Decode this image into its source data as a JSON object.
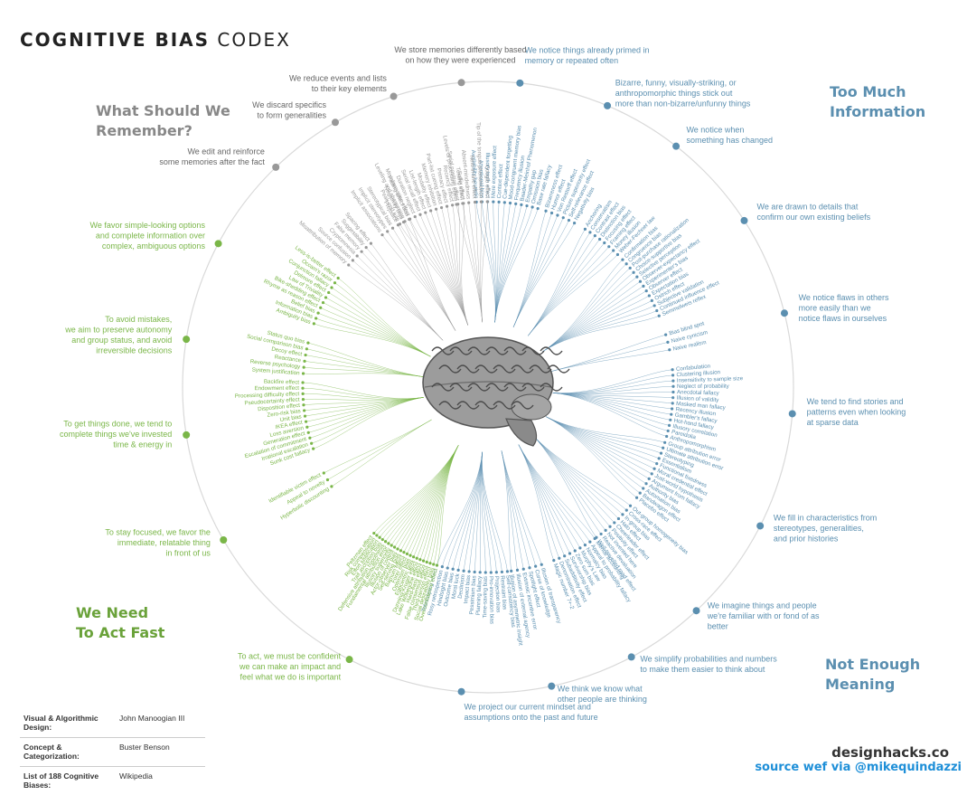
{
  "title_bold": "COGNITIVE BIAS",
  "title_light": "CODEX",
  "quadrants": {
    "remember": [
      "What Should We",
      "Remember?"
    ],
    "too_much": [
      "Too Much",
      "Information"
    ],
    "act_fast": [
      "We Need",
      "To Act Fast"
    ],
    "meaning": [
      "Not Enough",
      "Meaning"
    ]
  },
  "colors": {
    "gray": "#999999",
    "blue": "#5b8fb0",
    "green": "#7ab648",
    "text_gray": "#666666"
  },
  "categories": [
    {
      "id": "primed",
      "group": "blue",
      "angle": -84,
      "anchor": "start",
      "lines": [
        "We notice things already primed in",
        "memory or repeated often"
      ],
      "biases": [
        "Availability heuristic",
        "Attentional bias",
        "Illusory truth effect",
        "Mere exposure effect",
        "Context effect",
        "Cue-dependent forgetting",
        "Mood-congruent memory bias",
        "Frequency illusion",
        "Baader-Meinhof Phenomenon",
        "Empathy gap",
        "Omission bias",
        "Base rate fallacy"
      ]
    },
    {
      "id": "bizarre",
      "group": "blue",
      "angle": -67,
      "anchor": "start",
      "lines": [
        "Bizarre, funny, visually-striking, or",
        "anthropomorphic things stick out",
        "more than non-bizarre/unfunny things"
      ],
      "biases": [
        "Bizarreness effect",
        "Humor effect",
        "Von Restorff effect",
        "Picture superiority effect",
        "Self-relevance effect",
        "Negativity bias"
      ]
    },
    {
      "id": "change",
      "group": "blue",
      "angle": -52,
      "anchor": "start",
      "lines": [
        "We notice when",
        "something has changed"
      ],
      "biases": [
        "Anchoring",
        "Conservatism",
        "Contrast effect",
        "Distinction bias",
        "Focusing effect",
        "Framing effect",
        "Money illusion",
        "Weber-Fechner law"
      ]
    },
    {
      "id": "confirm",
      "group": "blue",
      "angle": -33,
      "anchor": "start",
      "lines": [
        "We are drawn to details that",
        "confirm our own existing beliefs"
      ],
      "biases": [
        "Confirmation bias",
        "Congruence bias",
        "Post-purchase rationalization",
        "Choice-supportive bias",
        "Selective perception",
        "Observer-expectancy effect",
        "Experimenter's bias",
        "Observer effect",
        "Expectation bias",
        "Ostrich effect",
        "Subjective validation",
        "Continued influence effect",
        "Semmelweis reflex"
      ]
    },
    {
      "id": "flaws",
      "group": "blue",
      "angle": -14,
      "anchor": "start",
      "lines": [
        "We notice flaws in others",
        "more easily than we",
        "notice flaws in ourselves"
      ],
      "biases": [
        "Bias blind spot",
        "Naive cynicism",
        "Naive realism"
      ]
    },
    {
      "id": "stories",
      "group": "blue",
      "angle": 5,
      "anchor": "start",
      "lines": [
        "We tend to find stories and",
        "patterns even when looking",
        "at sparse data"
      ],
      "biases": [
        "Confabulation",
        "Clustering illusion",
        "Insensitivity to sample size",
        "Neglect of probability",
        "Anecdotal fallacy",
        "Illusion of validity",
        "Masked man fallacy",
        "Recency illusion",
        "Gambler's fallacy",
        "Hot-hand fallacy",
        "Illusory correlation",
        "Pareidolia",
        "Anthropomorphism"
      ]
    },
    {
      "id": "stereotypes",
      "group": "blue",
      "angle": 27,
      "anchor": "start",
      "lines": [
        "We fill in characteristics from",
        "stereotypes, generalities,",
        "and prior histories"
      ],
      "biases": [
        "Group attribution error",
        "Ultimate attribution error",
        "Stereotyping",
        "Essentialism",
        "Functional fixedness",
        "Moral credential effect",
        "Just-world hypothesis",
        "Argument from fallacy",
        "Authority bias",
        "Automation bias",
        "Bandwagon effect",
        "Placebo effect"
      ]
    },
    {
      "id": "familiar",
      "group": "blue",
      "angle": 47,
      "anchor": "start",
      "lines": [
        "We imagine things and people",
        "we're familiar with or fond of as",
        "better"
      ],
      "biases": [
        "Out-group homogeneity bias",
        "Cross-race effect",
        "In-group bias",
        "Halo effect",
        "Cheerleader effect",
        "Positivity effect",
        "Not invented here",
        "Reactive devaluation",
        "Well-travelled road effect"
      ]
    },
    {
      "id": "probabilities",
      "group": "blue",
      "angle": 62,
      "anchor": "start",
      "lines": [
        "We simplify probabilities and numbers",
        "to make them easier to think about"
      ],
      "biases": [
        "Mental accounting",
        "Appeal to probability fallacy",
        "Normalcy bias",
        "Murphy's Law",
        "Zero sum bias",
        "Survivorship bias",
        "Subadditivity effect",
        "Denomination effect",
        "Magic number 7+-2"
      ]
    },
    {
      "id": "think_know",
      "group": "blue",
      "angle": 78,
      "anchor": "start",
      "lines": [
        "We think we know what",
        "other people are thinking"
      ],
      "biases": [
        "Illusion of transparency",
        "Curse of knowledge",
        "Spotlight effect",
        "Extrinsic incentive error",
        "Illusion of external agency",
        "Illusion of asymmetric insight"
      ]
    },
    {
      "id": "project",
      "group": "blue",
      "angle": 95,
      "anchor": "start",
      "lines": [
        "We project our current mindset and",
        "assumptions onto the past and future"
      ],
      "biases": [
        "Self-consistency bias",
        "Restraint bias",
        "Projection bias",
        "Pro-innovation bias",
        "Time-saving bias",
        "Planning fallacy",
        "Pessimism bias",
        "Impact bias",
        "Declinism",
        "Moral luck",
        "Outcome bias",
        "Hindsight bias",
        "Rosy retrospection",
        "Telescoping effect"
      ]
    },
    {
      "id": "confident",
      "group": "green",
      "angle": 117,
      "anchor": "end",
      "lines": [
        "To act, we must be confident",
        "we can make an impact and",
        "feel what we do is important"
      ],
      "biases": [
        "Overconfidence effect",
        "Social desirability bias",
        "Third-person effect",
        "False consensus effect",
        "Hard-easy effect",
        "Lake Wobegone effect",
        "Dunning-Kruger effect",
        "Egocentric bias",
        "Optimism bias",
        "Forer effect",
        "Barnum effect",
        "Self-serving bias",
        "Actor-observer bias",
        "Illusion of control",
        "Illusory superiority",
        "Fundamental attribution error",
        "Defensive attribution hypothesis",
        "Trait ascription bias",
        "Effort justification",
        "Risk compensation",
        "Peltzman effect"
      ]
    },
    {
      "id": "focused",
      "group": "green",
      "angle": 150,
      "anchor": "end",
      "lines": [
        "To stay focused, we favor the",
        "immediate, relatable thing",
        "in front of us"
      ],
      "biases": [
        "Hyperbolic discounting",
        "Appeal to novelty",
        "Identifiable victim effect"
      ]
    },
    {
      "id": "done",
      "group": "green",
      "angle": 171,
      "anchor": "end",
      "lines": [
        "To get things done, we tend to",
        "complete things we've invested",
        "time & energy in"
      ],
      "biases": [
        "Sunk cost fallacy",
        "Irrational escalation",
        "Escalation of commitment",
        "Generation effect",
        "Loss aversion",
        "IKEA effect",
        "Unit bias",
        "Zero-risk bias",
        "Disposition effect",
        "Pseudocertainty effect",
        "Processing difficulty effect",
        "Endowment effect",
        "Backfire effect"
      ]
    },
    {
      "id": "mistakes",
      "group": "green",
      "angle": -171,
      "anchor": "end",
      "lines": [
        "To avoid mistakes,",
        "we aim to preserve autonomy",
        "and group status, and avoid",
        "irreversible decisions"
      ],
      "biases": [
        "System justification",
        "Reverse psychology",
        "Reactance",
        "Decoy effect",
        "Social comparison bias",
        "Status quo bias"
      ]
    },
    {
      "id": "simple",
      "group": "green",
      "angle": -152,
      "anchor": "end",
      "lines": [
        "We favor simple-looking options",
        "and complete information over",
        "complex, ambiguous options"
      ],
      "biases": [
        "Ambiguity bias",
        "Information bias",
        "Belief bias",
        "Rhyme as reason effect",
        "Bike-shedding effect",
        "Law of Triviality",
        "Delmore effect",
        "Conjunction fallacy",
        "Occam's razor",
        "Less-is-better effect"
      ]
    },
    {
      "id": "edit",
      "group": "gray",
      "angle": -134,
      "anchor": "end",
      "lines": [
        "We edit and reinforce",
        "some memories after the fact"
      ],
      "biases": [
        "Misattribution of memory",
        "Source confusion",
        "Cryptomnesia",
        "False memory",
        "Suggestibility",
        "Spacing effect"
      ]
    },
    {
      "id": "discard",
      "group": "gray",
      "angle": -120,
      "anchor": "end",
      "lines": [
        "We discard specifics",
        "to form generalities"
      ],
      "biases": [
        "Implicit associations",
        "Implicit stereotypes",
        "Stereotypical bias",
        "Prejudice",
        "Negativity bias",
        "Fading affect bias"
      ]
    },
    {
      "id": "reduce",
      "group": "gray",
      "angle": -108,
      "anchor": "end",
      "lines": [
        "We reduce events and lists",
        "to their key elements"
      ],
      "biases": [
        "Peak-end rule",
        "Leveling and sharpening",
        "Misinformation effect",
        "Duration neglect",
        "Serial recall effect",
        "List-length effect",
        "Modality effect",
        "Memory inhibition",
        "Part-list cueing effect",
        "Primacy effect",
        "Recency effect",
        "Serial position effect",
        "Suffix effect"
      ]
    },
    {
      "id": "store",
      "group": "gray",
      "angle": -95,
      "anchor": "middle",
      "lines": [
        "We store memories differently based",
        "on how they were experienced"
      ],
      "biases": [
        "Levels of processing effect",
        "Testing effect",
        "Absent-mindedness",
        "Next-in-line effect",
        "Tip of the tongue phenomenon",
        "Google effect"
      ]
    }
  ],
  "credits": [
    {
      "key": "Visual & Algorithmic Design:",
      "value": "John Manoogian III"
    },
    {
      "key": "Concept & Categorization:",
      "value": "Buster Benson"
    },
    {
      "key": "List of 188 Cognitive Biases:",
      "value": "Wikipedia"
    }
  ],
  "brand": "designhacks.co",
  "source": "source wef via @mikequindazzi"
}
